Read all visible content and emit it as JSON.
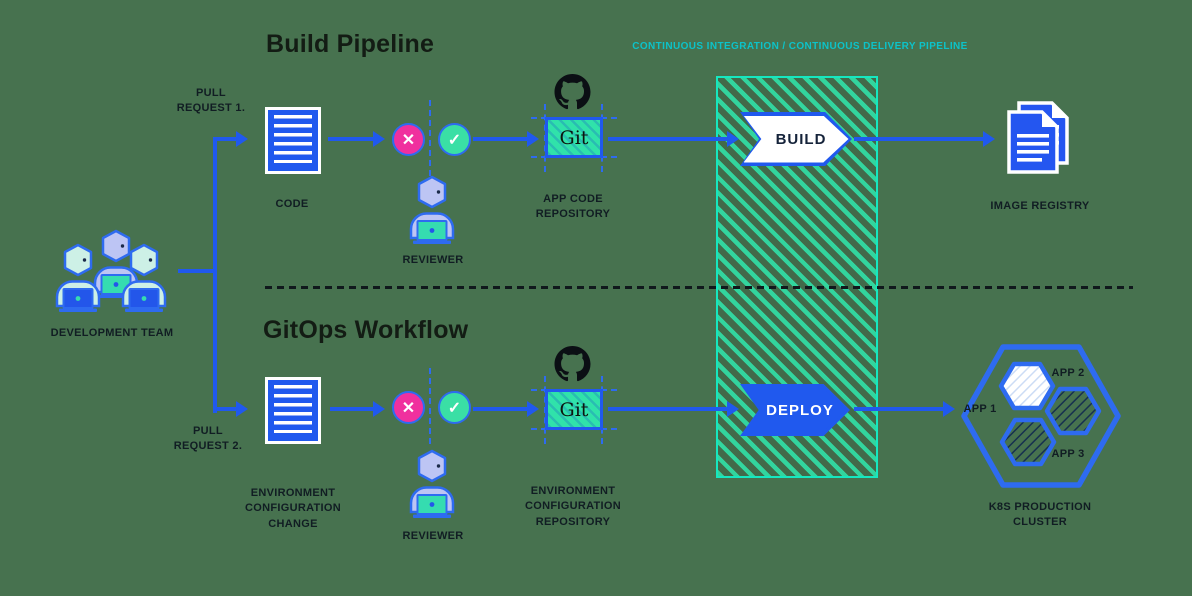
{
  "colors": {
    "bg": "#47724f",
    "blue": "#2059ee",
    "lineblue": "#2e6bf0",
    "ink": "#111d23",
    "teal": "#0cc3c9",
    "mint": "#2fe3ab",
    "band_border": "#15e8c0",
    "pink": "#f0309e",
    "check": "#3adfa5",
    "white": "#ffffff"
  },
  "titles": {
    "build": "Build Pipeline",
    "gitops": "GitOps Workflow",
    "band": "CONTINUOUS INTEGRATION / CONTINUOUS DELIVERY PIPELINE"
  },
  "labels": {
    "dev_team": "DEVELOPMENT TEAM",
    "pull_request_1": "PULL REQUEST 1.",
    "pull_request_2": "PULL REQUEST 2.",
    "code": "CODE",
    "env_change": "ENVIRONMENT CONFIGURATION CHANGE",
    "reviewer_top": "REVIEWER",
    "reviewer_bottom": "REVIEWER",
    "app_code_repo": "APP CODE REPOSITORY",
    "env_repo": "ENVIRONMENT CONFIGURATION REPOSITORY",
    "image_registry": "IMAGE REGISTRY",
    "k8s_cluster": "K8S PRODUCTION CLUSTER",
    "app1": "APP 1",
    "app2": "APP 2",
    "app3": "APP 3"
  },
  "nodes": {
    "git_top": "Git",
    "git_bottom": "Git",
    "build_step": "BUILD",
    "deploy_step": "DEPLOY"
  },
  "review": {
    "reject_glyph": "✕",
    "approve_glyph": "✓"
  }
}
